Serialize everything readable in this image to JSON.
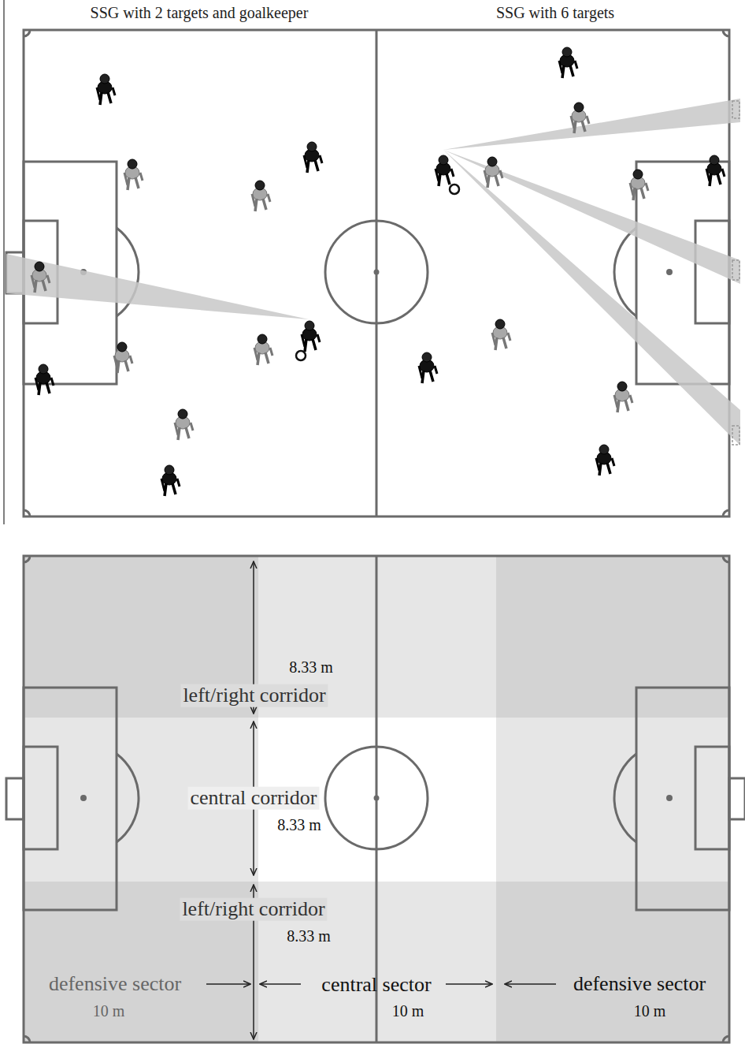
{
  "diagram": {
    "labels": [
      "SSG with 2 targets and goalkeeper",
      "SSG with 6 targets",
      "8.33 m",
      "left/right corridor",
      "central corridor",
      "8.33 m",
      "left/right corridor",
      "8.33 m",
      "defensive sector",
      "central sector",
      "defensive sector",
      "10 m",
      "10 m",
      "10 m"
    ]
  }
}
